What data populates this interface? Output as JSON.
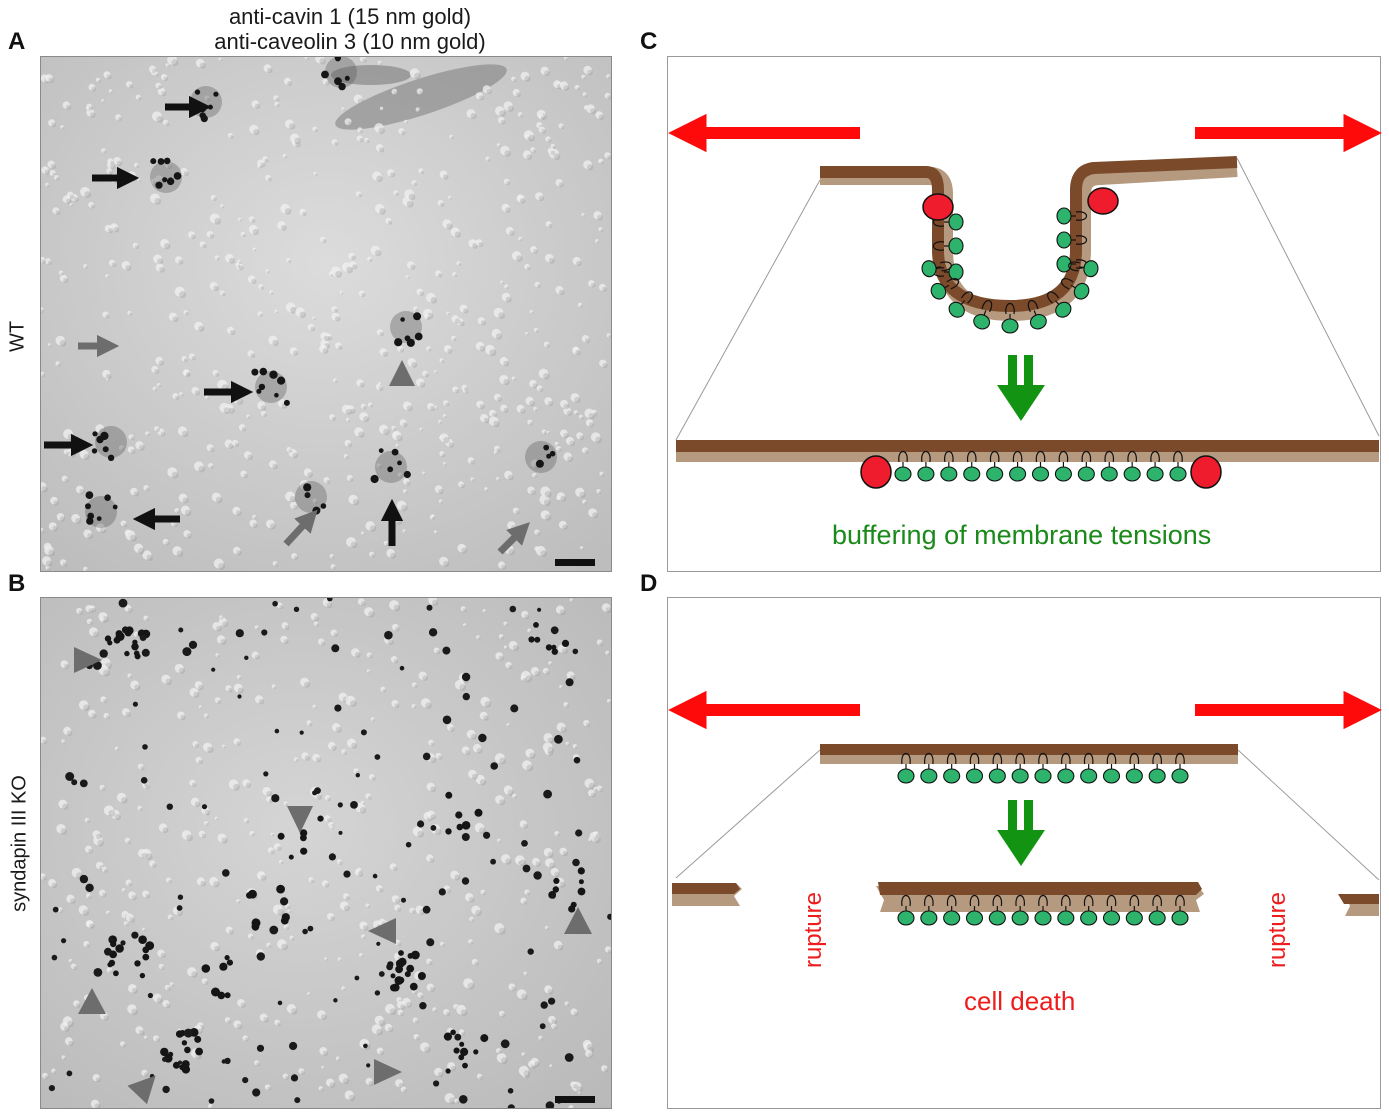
{
  "panels": {
    "a": {
      "letter": "A",
      "side_label": "WT"
    },
    "b": {
      "letter": "B",
      "side_label": "syndapin III KO"
    },
    "c": {
      "letter": "C",
      "caption": "buffering of membrane tensions"
    },
    "d": {
      "letter": "D",
      "caption": "cell death",
      "rupture_left": "rupture",
      "rupture_right": "rupture"
    }
  },
  "header": {
    "line1": "anti-cavin 1 (15 nm gold)",
    "line2": "anti-caveolin 3 (10 nm gold)"
  },
  "colors": {
    "force_arrow": "#ff0a0a",
    "membrane_dark": "#7b4a2a",
    "membrane_light": "#b69a80",
    "caveolin_green": "#2db36b",
    "cavin_red": "#ee1c2c",
    "flow_arrow": "#129412",
    "label_black_arrow": "#111111",
    "label_gray_arrow": "#6d6d6d"
  }
}
